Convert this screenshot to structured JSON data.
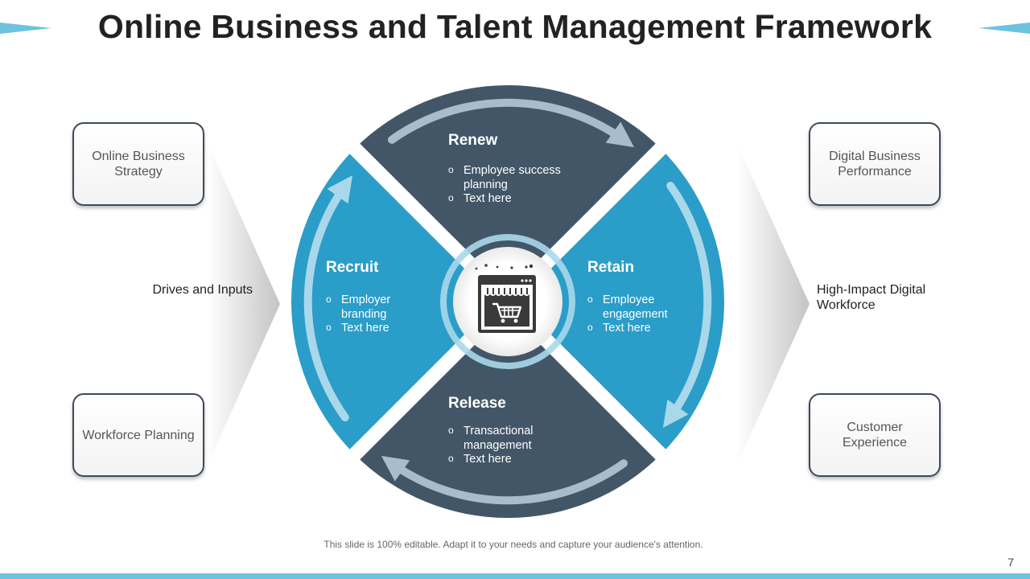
{
  "title": "Online Business and Talent Management Framework",
  "left_boxes": [
    "Online Business Strategy",
    "Workforce Planning"
  ],
  "right_boxes": [
    "Digital Business Performance",
    "Customer Experience"
  ],
  "left_label": "Drives and Inputs",
  "right_label": "High-Impact Digital Workforce",
  "segments": {
    "renew": {
      "title": "Renew",
      "items": [
        "Employee success planning",
        "Text here"
      ]
    },
    "recruit": {
      "title": "Recruit",
      "items": [
        "Employer branding",
        "Text here"
      ]
    },
    "retain": {
      "title": "Retain",
      "items": [
        "Employee engagement",
        "Text here"
      ]
    },
    "release": {
      "title": "Release",
      "items": [
        "Transactional management",
        "Text here"
      ]
    }
  },
  "center_icon": "online-store-cart-icon",
  "footer": "This slide is 100% editable. Adapt it to your needs and capture your audience's attention.",
  "page_number": "7",
  "colors": {
    "dark_segment": "#425667",
    "light_segment": "#2a9dc8",
    "accent": "#6cc3dd",
    "box_border": "#3c4a5a"
  }
}
